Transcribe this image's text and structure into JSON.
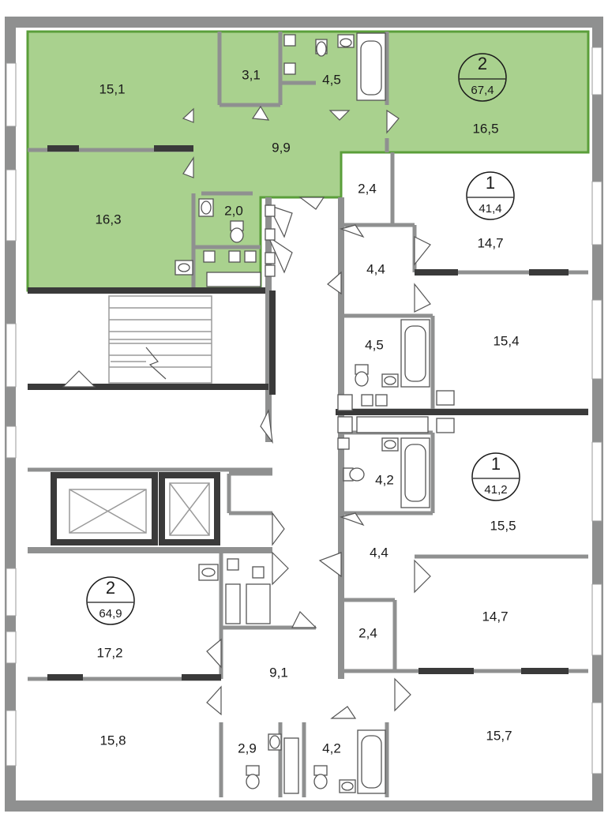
{
  "apartments": [
    {
      "id": "apt-top-left",
      "rooms": "2",
      "area": "67,4",
      "highlighted": true
    },
    {
      "id": "apt-right-top",
      "rooms": "1",
      "area": "41,4",
      "highlighted": false
    },
    {
      "id": "apt-right-mid",
      "rooms": "1",
      "area": "41,2",
      "highlighted": false
    },
    {
      "id": "apt-bottom-left",
      "rooms": "2",
      "area": "64,9",
      "highlighted": false
    }
  ],
  "rooms": {
    "r1": "15,1",
    "r2": "3,1",
    "r3": "4,5",
    "r4": "16,5",
    "r5": "9,9",
    "r6": "16,3",
    "r7": "2,0",
    "r8": "2,4",
    "r9": "14,7",
    "r10": "4,4",
    "r11": "4,5",
    "r12": "15,4",
    "r13": "4,2",
    "r14": "15,5",
    "r15": "4,4",
    "r16": "14,7",
    "r17": "2,4",
    "r18": "17,2",
    "r19": "9,1",
    "r20": "15,8",
    "r21": "2,9",
    "r22": "4,2",
    "r23": "15,7"
  },
  "colors": {
    "highlight": "#a9d18e",
    "highlight_border": "#5a9e3a",
    "wall": "#8f9090",
    "dark_wall": "#3a3a3a"
  }
}
